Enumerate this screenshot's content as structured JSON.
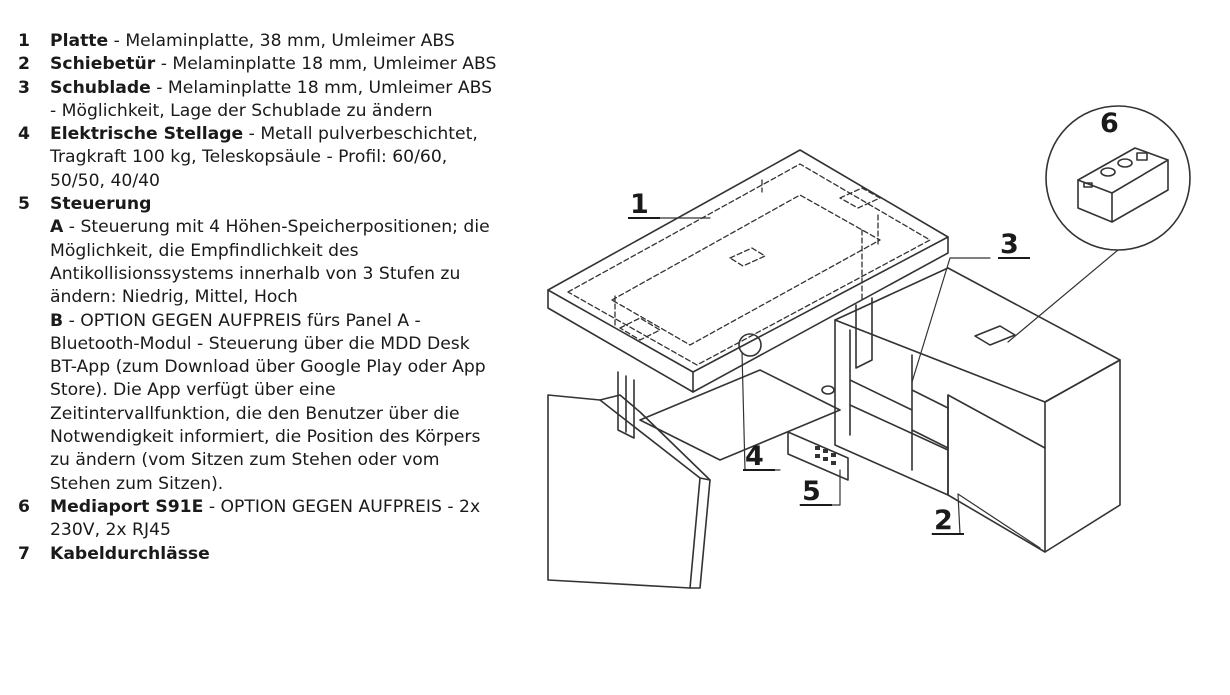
{
  "legend": {
    "items": [
      {
        "num": "1",
        "name": "Platte",
        "desc": " - Melaminplatte, 38 mm, Umleimer ABS"
      },
      {
        "num": "2",
        "name": "Schiebetür",
        "desc": " - Melaminplatte 18 mm, Umleimer ABS"
      },
      {
        "num": "3",
        "name": "Schublade",
        "desc": " - Melaminplatte 18 mm, Umleimer ABS - Möglichkeit, Lage der Schublade zu ändern"
      },
      {
        "num": "4",
        "name": "Elektrische Stellage",
        "desc": " - Metall pulverbeschichtet, Tragkraft 100 kg, Teleskopsäule - Profil: 60/60, 50/50, 40/40"
      },
      {
        "num": "5",
        "name": "Steuerung",
        "desc": "",
        "subs": [
          {
            "key": "A",
            "text": " - Steuerung mit 4 Höhen-Speicherpositionen; die Möglichkeit, die Empfindlichkeit des Antikollisionssystems innerhalb von 3 Stufen zu ändern: Niedrig, Mittel, Hoch"
          },
          {
            "key": "B",
            "text": " - OPTION GEGEN AUFPREIS fürs Panel A - Bluetooth-Modul - Steuerung über die MDD Desk BT-App (zum Download über Google Play oder App Store). Die App verfügt über eine Zeitintervallfunktion, die den Benutzer über die Notwendigkeit informiert, die Position des Körpers zu ändern (vom Sitzen zum Stehen oder vom Stehen zum Sitzen)."
          }
        ]
      },
      {
        "num": "6",
        "name": "Mediaport S91E",
        "desc": " - OPTION GEGEN AUFPREIS - 2x 230V, 2x RJ45"
      },
      {
        "num": "7",
        "name": "Kabeldurchlässe",
        "desc": ""
      }
    ]
  },
  "drawing": {
    "callouts": [
      "1",
      "2",
      "3",
      "4",
      "5",
      "6"
    ],
    "line_color": "#333333"
  }
}
